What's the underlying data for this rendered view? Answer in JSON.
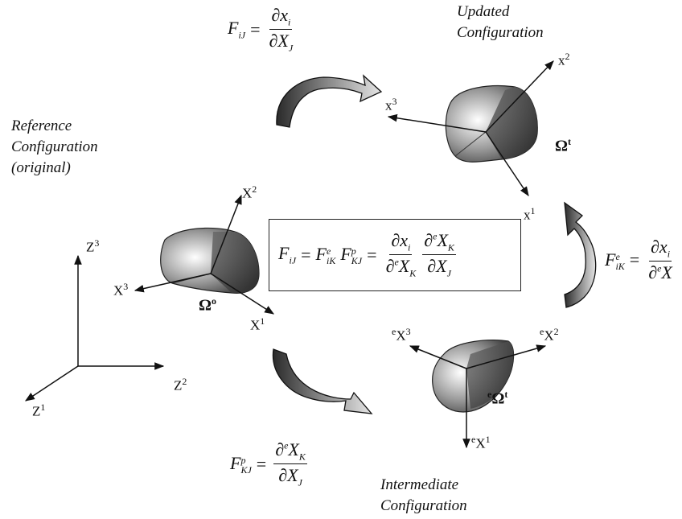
{
  "labels": {
    "updated_config_line1": "Updated",
    "updated_config_line2": "Configuration",
    "reference_config_line1": "Reference",
    "reference_config_line2": "Configuration",
    "reference_config_line3": "(original)",
    "intermediate_config_line1": "Intermediate",
    "intermediate_config_line2": "Configuration"
  },
  "global_axes": {
    "z1": "Z",
    "z2": "Z",
    "z3": "Z",
    "sup1": "1",
    "sup2": "2",
    "sup3": "3"
  },
  "reference_body": {
    "omega": "Ω",
    "omega_sup": "o",
    "axis_1": "X",
    "axis_2": "X",
    "axis_3": "X"
  },
  "updated_body": {
    "omega": "Ω",
    "omega_sup": "t",
    "axis_1": "x",
    "axis_2": "x",
    "axis_3": "x"
  },
  "intermediate_body": {
    "omega_pre": "e",
    "omega": "Ω",
    "omega_sup": "t",
    "axis_1": "X",
    "axis_2": "X",
    "axis_3": "X",
    "pre": "e"
  },
  "equations": {
    "F": "F",
    "eq": "=",
    "partial": "∂",
    "x": "x",
    "X": "X",
    "iJ": "iJ",
    "iK": "iK",
    "KJ": "KJ",
    "i": "i",
    "J": "J",
    "K": "K",
    "e": "e",
    "p": "p"
  }
}
